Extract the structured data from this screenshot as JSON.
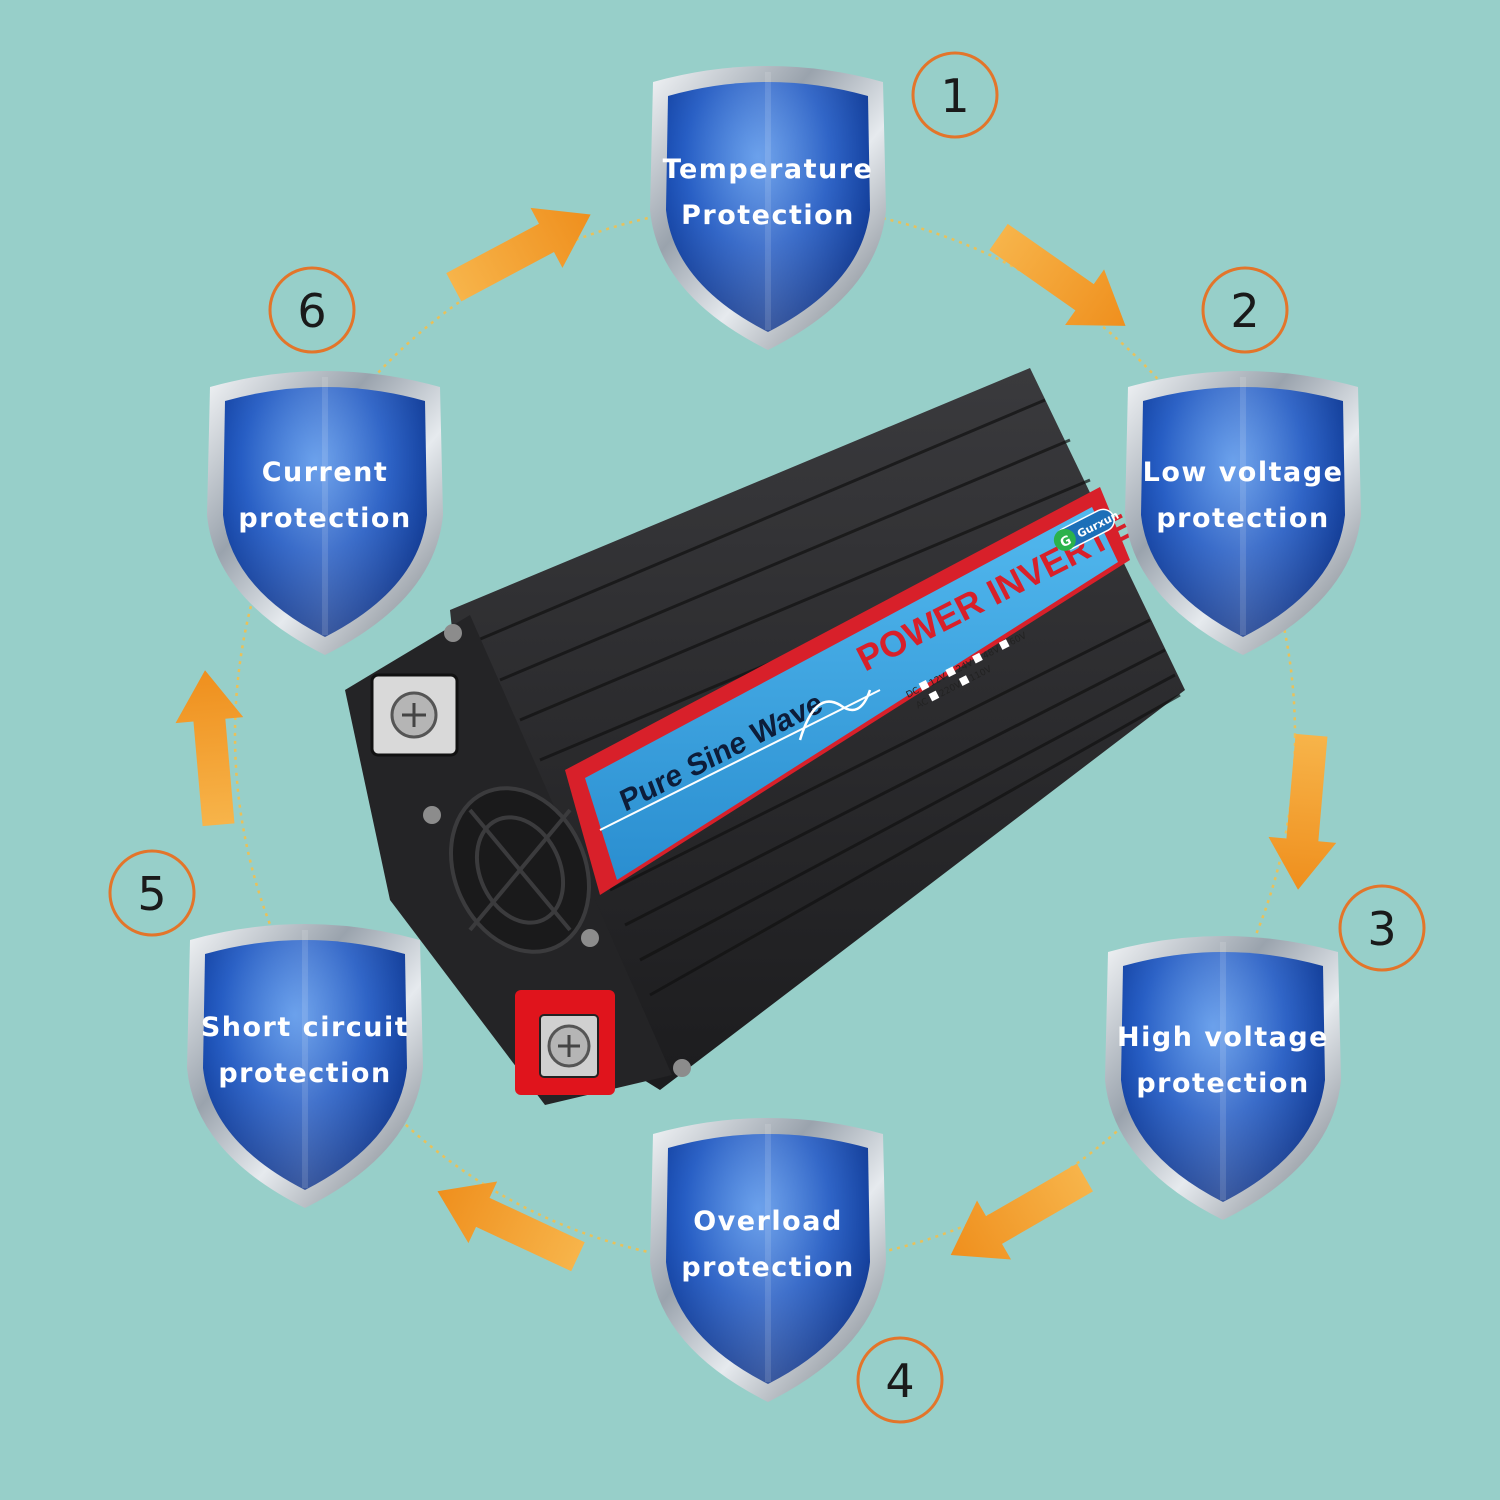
{
  "protections": [
    {
      "number": "1",
      "line1": "Temperature",
      "line2": "Protection"
    },
    {
      "number": "2",
      "line1": "Low voltage",
      "line2": "protection"
    },
    {
      "number": "3",
      "line1": "High voltage",
      "line2": "protection"
    },
    {
      "number": "4",
      "line1": "Overload",
      "line2": "protection"
    },
    {
      "number": "5",
      "line1": "Short circuit",
      "line2": "protection"
    },
    {
      "number": "6",
      "line1": "Current",
      "line2": "protection"
    }
  ],
  "product": {
    "subtitle": "Pure Sine Wave",
    "title": "POWER INVERTER",
    "brand": "Gurxun",
    "dc_label": "DC",
    "ac_label": "AC",
    "dc_options": [
      "12V",
      "24V",
      "48V",
      "60V"
    ],
    "ac_options": [
      "220V",
      "110V"
    ]
  },
  "colors": {
    "background": "#97cfc9",
    "shield_blue": "#1a4fb0",
    "arrow_orange": "#f5a02a",
    "circle_orange": "#e3752a",
    "panel_blue": "#3aa3de",
    "panel_red": "#d8202a",
    "inverter_body": "#2a2a2c"
  }
}
